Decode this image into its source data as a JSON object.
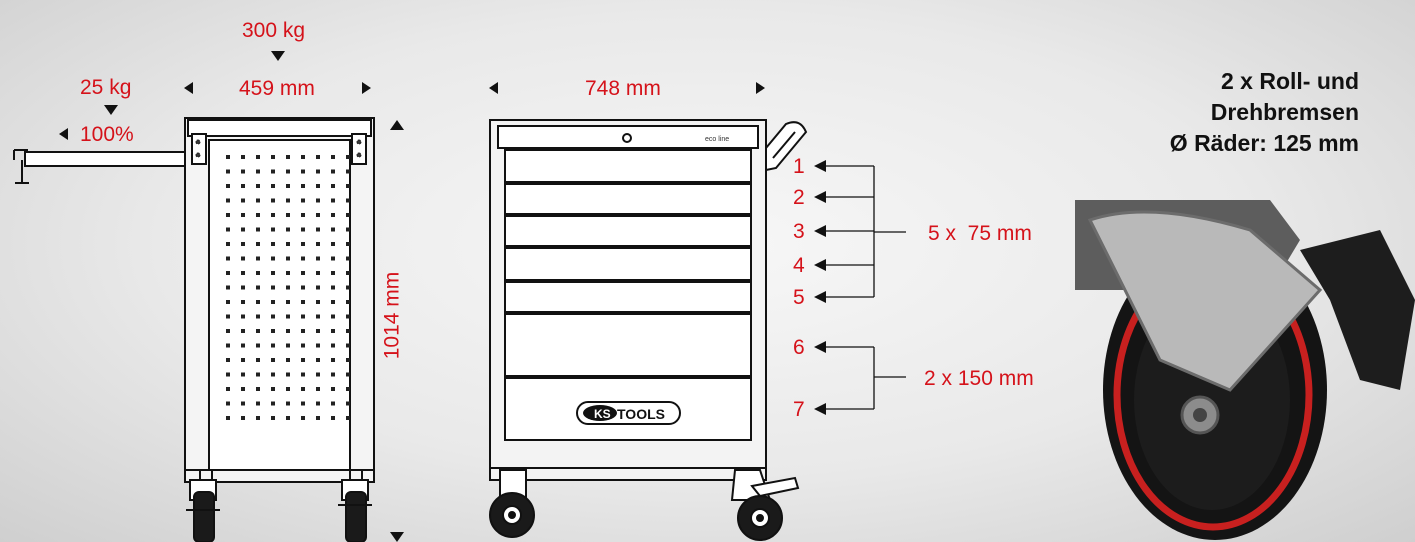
{
  "side_view": {
    "top_load": "300 kg",
    "shelf_load": "25 kg",
    "shelf_extension": "100%",
    "width": "459 mm",
    "height": "1014 mm"
  },
  "front_view": {
    "width": "748 mm",
    "drawer_numbers": [
      "1",
      "2",
      "3",
      "4",
      "5",
      "6",
      "7"
    ],
    "group_small": "5 x  75 mm",
    "group_large": "2 x 150 mm",
    "logo_text": "TOOLS"
  },
  "wheel": {
    "title_line1": "2 x Roll- und",
    "title_line2": "Drehbremsen",
    "title_line3": "Ø Räder: 125 mm"
  },
  "colors": {
    "accent": "#d5121a",
    "ink": "#111111"
  }
}
